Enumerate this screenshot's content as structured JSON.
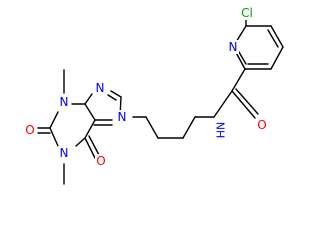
{
  "molecule": {
    "atoms": [
      {
        "id": "cl",
        "label": "Cl",
        "color": "#00a000"
      },
      {
        "id": "n_py",
        "label": "N",
        "color": "#0000ff"
      },
      {
        "id": "o_amide",
        "label": "O",
        "color": "#ff0000"
      },
      {
        "id": "nh_amide",
        "label": "NH",
        "color": "#0000ff"
      },
      {
        "id": "n9",
        "label": "N",
        "color": "#0000ff"
      },
      {
        "id": "n7",
        "label": "N",
        "color": "#0000ff"
      },
      {
        "id": "n3",
        "label": "N",
        "color": "#0000ff"
      },
      {
        "id": "n1",
        "label": "N",
        "color": "#0000ff"
      },
      {
        "id": "o2",
        "label": "O",
        "color": "#ff0000"
      },
      {
        "id": "o6",
        "label": "O",
        "color": "#ff0000"
      }
    ]
  }
}
